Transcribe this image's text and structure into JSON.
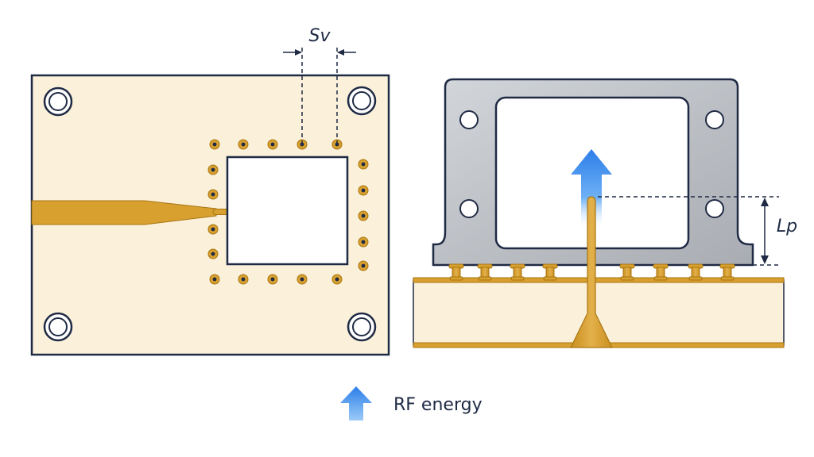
{
  "diagram": {
    "labels": {
      "via_spacing": "Sv",
      "probe_length": "Lp",
      "legend_text": "RF energy"
    },
    "colors": {
      "substrate": "#fbf1da",
      "outline": "#1f2a44",
      "copper": "#d8a02f",
      "copper_dark": "#a97512",
      "metal": "#c2c5ca",
      "metal_dark": "#8f949b",
      "arrow_blue": "#2b7de9",
      "dim_line": "#1f2a44"
    },
    "icons": {
      "legend_arrow": "up-arrow-icon"
    }
  }
}
